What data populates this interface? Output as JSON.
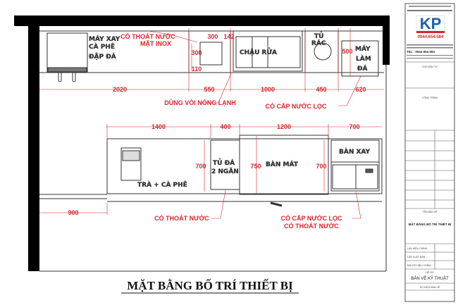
{
  "title": "MẶT BẰNG BỐ TRÍ THIẾT BỊ",
  "equipment": {
    "may_xay": "MÁY XAY",
    "ca_phe": "CÀ PHÊ",
    "dap_da": "ĐẬP ĐÁ",
    "chau_rua": "CHẬU RỬA",
    "tu_rac_1": "TỦ",
    "tu_rac_2": "RÁC",
    "may_lam_da_1": "MÁY",
    "may_lam_da_2": "LÀM",
    "may_lam_da_3": "ĐÁ",
    "tra_ca_phe": "TRÀ + CÀ PHÊ",
    "tu_da_1": "TỦ ĐÁ",
    "tu_da_2": "2 NGĂN",
    "ban_mat": "BÀN MÁT",
    "ban_xay": "BÀN XAY"
  },
  "notes": {
    "thoat_nuoc_inox_1": "CÓ THOÁT NƯỚC",
    "thoat_nuoc_inox_2": "MẶT INOX",
    "voi_nong_lanh": "DÙNG VÒI NÓNG LẠNH",
    "cap_nuoc_loc": "CÓ CẤP NƯỚC LỌC",
    "thoat_nuoc": "CÓ THOÁT NƯỚC",
    "cap_loc_2": "CÓ CẤP NƯỚC LỌC",
    "thoat_2": "CÓ THOÁT NƯỚC"
  },
  "dimensions": {
    "d2020": "2020",
    "d550": "550",
    "d1000": "1000",
    "d450": "450",
    "d620": "620",
    "d300a": "300",
    "d142": "142",
    "d300b": "300",
    "d110": "110",
    "d500": "500",
    "d1400": "1400",
    "d400": "400",
    "d1200": "1200",
    "d700a": "700",
    "d700b": "700",
    "d750": "750",
    "d700c": "700",
    "d900": "900"
  },
  "title_block": {
    "logo_text": "KP",
    "phone_band": "0944.654.584",
    "tel": "TEL : 0944 654 584",
    "drawing_name_label": "TÊN BẢN VẼ",
    "drawing_name": "MẶT BẰNG BỐ TRÍ THIẾT BỊ",
    "revision_label": "LẦN HIỆU CHỈNH",
    "issue_label": "LẦN XUẤT BẢN",
    "reviser_label": "NGƯỜI HIỆU CHỈNH",
    "file_label": "HỒ SƠ",
    "file_value": "BẢN VẼ KỸ THUẬT",
    "drawing_no_label": "SỐ HIỆU BẢN VẼ",
    "owner_label": "CHỦ ĐẦU TƯ",
    "project_label": "CÔNG TRÌNH"
  },
  "colors": {
    "dimension": "#d9252b",
    "logo_blue": "#1d5fae",
    "logo_red": "#d9252b"
  }
}
